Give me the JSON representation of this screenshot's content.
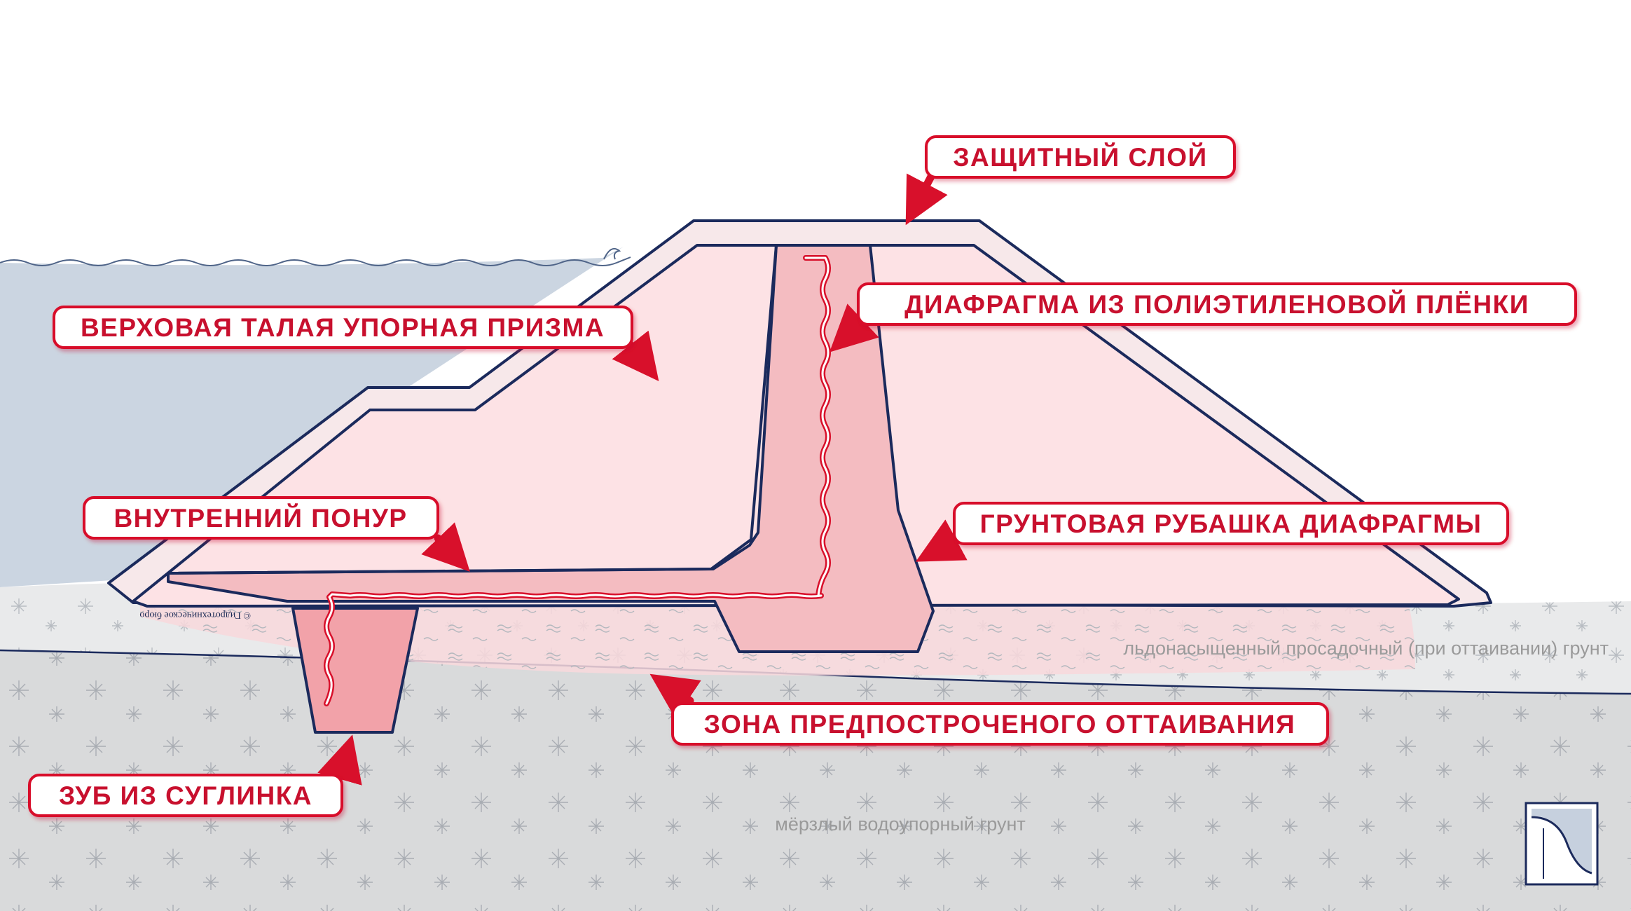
{
  "labels": {
    "protective_layer": "ЗАЩИТНЫЙ СЛОЙ",
    "diaphragm_film": "ДИАФРАГМА ИЗ ПОЛИЭТИЛЕНОВОЙ ПЛЁНКИ",
    "upstream_prism": "ВЕРХОВАЯ ТАЛАЯ УПОРНАЯ ПРИЗМА",
    "inner_blanket": "ВНУТРЕННИЙ ПОНУР",
    "soil_jacket": "ГРУНТОВАЯ РУБАШКА ДИАФРАГМЫ",
    "thaw_zone": "ЗОНА ПРЕДПОСТРОЧЕНОГО ОТТАИВАНИЯ",
    "loam_tooth": "ЗУБ ИЗ СУГЛИНКА"
  },
  "soils": {
    "ice_saturated": "льдонасыщенный просадочный (при оттаивании) грунт",
    "frozen": "мёрзлый водоупорный грунт"
  },
  "copyright": "© Гидротехническое бюро",
  "colors": {
    "water": "#cbd5e1",
    "dam_outline": "#1b2a5c",
    "protective_layer": "#f7e8ea",
    "prism": "#fde2e5",
    "diaphragm_zone": "#f4bcc1",
    "tooth": "#f2a2a9",
    "label_red": "#c8102e",
    "ice_soil": "#e9eaeb",
    "frozen_soil": "#d9dadb"
  },
  "icons": {
    "logo": "dam-profile-icon",
    "arrow": "red-pointer-arrow"
  }
}
